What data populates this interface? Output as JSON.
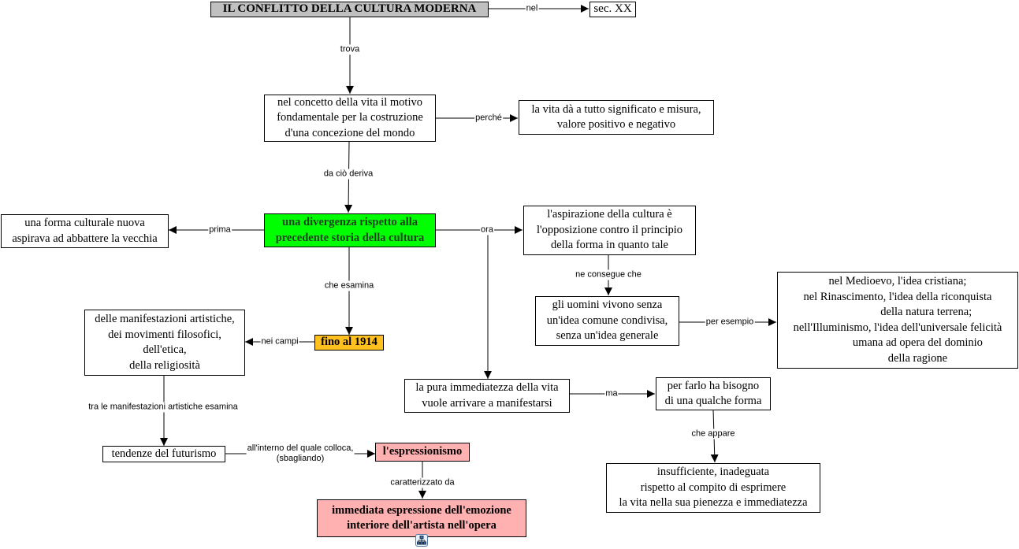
{
  "colors": {
    "root_bg": "#c0c0c0",
    "green_bg": "#00ff00",
    "green_text": "#1f3f1f",
    "orange_bg": "#ffc020",
    "pink_bg": "#ffb0b0",
    "line": "#000000"
  },
  "nodes": {
    "root": "IL CONFLITTO DELLA CULTURA MODERNA",
    "sec": "sec. XX",
    "concetto": "nel concetto della vita il motivo\nfondamentale per la costruzione\nd'una concezione del mondo",
    "vita_da": "la vita dà a tutto significato e misura,\nvalore positivo e negativo",
    "divergenza": "una divergenza rispetto alla\nprecedente storia della cultura",
    "forma_nuova": "una forma culturale nuova\naspirava ad abbattere la vecchia",
    "aspirazione": "l'aspirazione della cultura è\nl'opposizione contro il principio\ndella forma in quanto tale",
    "uomini": "gli uomini vivono senza\nun'idea comune condivisa,\nsenza un'idea generale",
    "esempi": "nel Medioevo, l'idea cristiana;\nnel Rinascimento, l'idea della riconquista\n                    della natura terrena;\nnell'Illuminismo, l'idea dell'universale felicità\n              umana ad opera del dominio\n              della ragione",
    "fino1914": "fino al 1914",
    "manifestazioni": "delle manifestazioni artistiche,\ndei movimenti filosofici,\ndell'etica,\ndella religiosità",
    "immediatezza": "la pura immediatezza della vita\nvuole arrivare a manifestarsi",
    "bisogno": "per farlo ha bisogno\ndi una qualche forma",
    "insufficiente": "insufficiente, inadeguata\nrispetto al compito di esprimere\nla vita nella sua pienezza e immediatezza",
    "futurismo": "tendenze del futurismo",
    "espressionismo": "l'espressionismo",
    "espressione": "immediata espressione dell'emozione\ninteriore dell'artista nell'opera"
  },
  "links": {
    "nel": "nel",
    "trova": "trova",
    "perche": "perché",
    "da_cio": "da ciò deriva",
    "prima": "prima",
    "ora": "ora",
    "ne_consegue": "ne consegue che",
    "per_esempio": "per esempio",
    "che_esamina": "che esamina",
    "nei_campi": "nei campi",
    "ma": "ma",
    "che_appare": "che appare",
    "tra_le": "tra le manifestazioni artistiche esamina",
    "allinterno": "all'interno del quale colloca,\n(sbagliando)",
    "caratterizzato": "caratterizzato da"
  },
  "icons": {
    "submap": "concept-map-tree-icon"
  }
}
